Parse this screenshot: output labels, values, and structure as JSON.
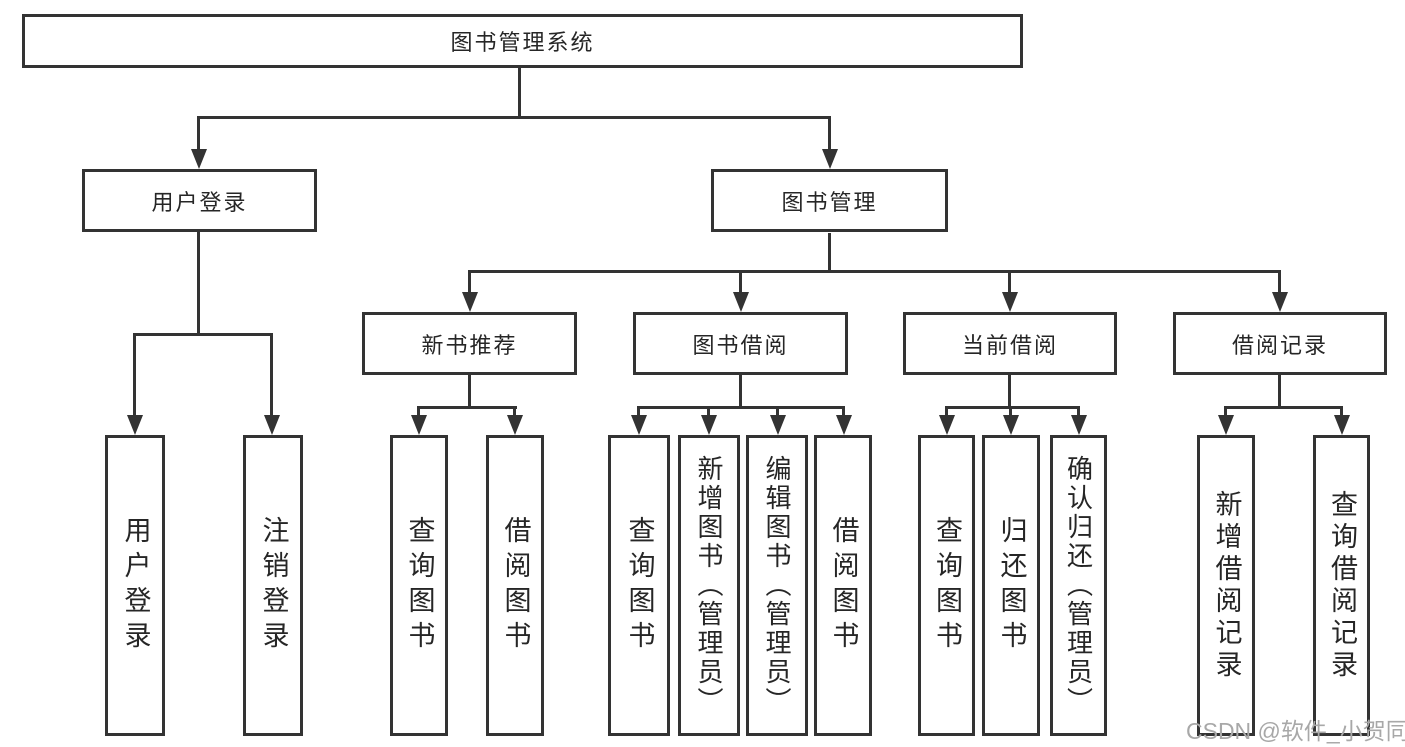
{
  "title": "图书管理系统",
  "tree": {
    "label": "图书管理系统",
    "children": [
      {
        "label": "用户登录",
        "children": [
          {
            "label": "用户登录"
          },
          {
            "label": "注销登录"
          }
        ]
      },
      {
        "label": "图书管理",
        "children": [
          {
            "label": "新书推荐",
            "children": [
              {
                "label": "查询图书"
              },
              {
                "label": "借阅图书"
              }
            ]
          },
          {
            "label": "图书借阅",
            "children": [
              {
                "label": "查询图书"
              },
              {
                "label": "新增图书（管理员）"
              },
              {
                "label": "编辑图书（管理员）"
              },
              {
                "label": "借阅图书"
              }
            ]
          },
          {
            "label": "当前借阅",
            "children": [
              {
                "label": "查询图书"
              },
              {
                "label": "归还图书"
              },
              {
                "label": "确认归还（管理员）"
              }
            ]
          },
          {
            "label": "借阅记录",
            "children": [
              {
                "label": "新增借阅记录"
              },
              {
                "label": "查询借阅记录"
              }
            ]
          }
        ]
      }
    ]
  },
  "watermark": {
    "text": "CSDN @软件_小贺同学"
  },
  "colors": {
    "line": "#333333",
    "text": "#262626",
    "background": "#ffffff",
    "watermark": "#a8a8a8"
  }
}
